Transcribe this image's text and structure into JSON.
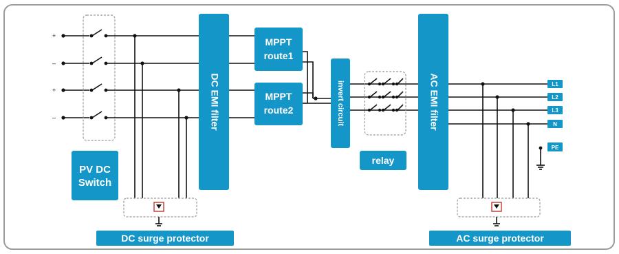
{
  "input_polarities": [
    "+",
    "–",
    "+",
    "–"
  ],
  "blocks": {
    "pv_dc_switch": [
      "PV DC",
      "Switch"
    ],
    "dc_emi_filter": "DC EMI filter",
    "mppt1": [
      "MPPT",
      "route1"
    ],
    "mppt2": [
      "MPPT",
      "route2"
    ],
    "invert_circuit": "invert circuit",
    "relay": "relay",
    "ac_emi_filter": "AC EMI filter"
  },
  "outputs": [
    "L1",
    "L2",
    "L3",
    "N"
  ],
  "pe_label": "PE",
  "dc_surge_label": "DC surge protector",
  "ac_surge_label": "AC surge protector",
  "colors": {
    "block": "#1496c8",
    "wire": "#111111",
    "frame": "#9a9a9a",
    "protector_mark": "#c0392b"
  }
}
